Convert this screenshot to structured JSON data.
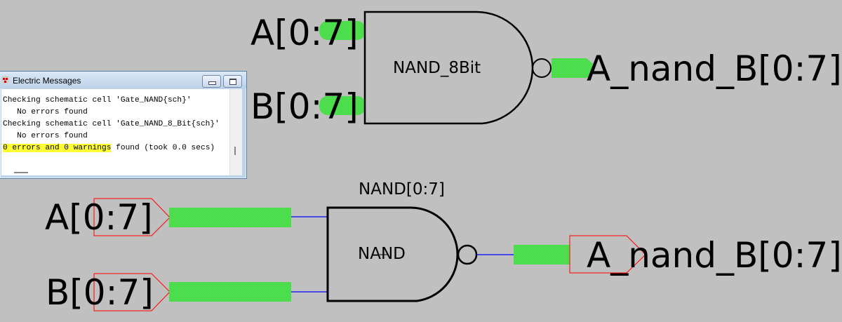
{
  "schematic": {
    "top_cell": {
      "instance_name": "NAND_8Bit",
      "inputs": [
        "A[0:7]",
        "B[0:7]"
      ],
      "output": "A_nand_B[0:7]"
    },
    "bottom_cell": {
      "instance_array_name": "NAND[0:7]",
      "gate_label": "NAND",
      "input_exports": [
        "A[0:7]",
        "B[0:7]"
      ],
      "output_export": "A_nand_B[0:7]"
    },
    "colors": {
      "background": "#c0c0c0",
      "bus_highlight": "#4ce64c",
      "wire": "#0000ff",
      "export_outline": "#ff0000",
      "gate_outline": "#000000"
    }
  },
  "messages_window": {
    "title": "Electric Messages",
    "lines": [
      {
        "text": "Checking schematic cell 'Gate_NAND{sch}'"
      },
      {
        "text": "   No errors found"
      },
      {
        "text": "Checking schematic cell 'Gate_NAND_8_Bit{sch}'"
      },
      {
        "text": "   No errors found"
      },
      {
        "highlight": "0 errors and 0 warnings",
        "rest": " found (took 0.0 secs)"
      }
    ],
    "buttons": {
      "minimize": "minimize",
      "maximize": "maximize"
    }
  }
}
